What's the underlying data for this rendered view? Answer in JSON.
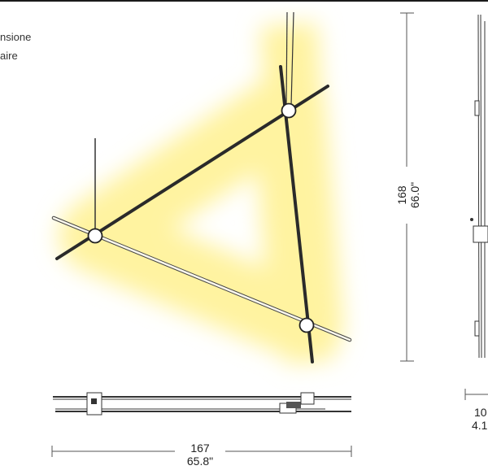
{
  "caption": {
    "line1": "nsione",
    "line2": "aire"
  },
  "dimensions": {
    "height_cm": "168",
    "height_in": "66.0\"",
    "width_cm": "167",
    "width_in": "65.8\"",
    "depth_cm": "10",
    "depth_in": "4.1"
  },
  "colors": {
    "glow": "#fff5a8",
    "rod_dark": "#2a2a2a",
    "rod_light": "#f7f3e8",
    "line": "#333333"
  }
}
